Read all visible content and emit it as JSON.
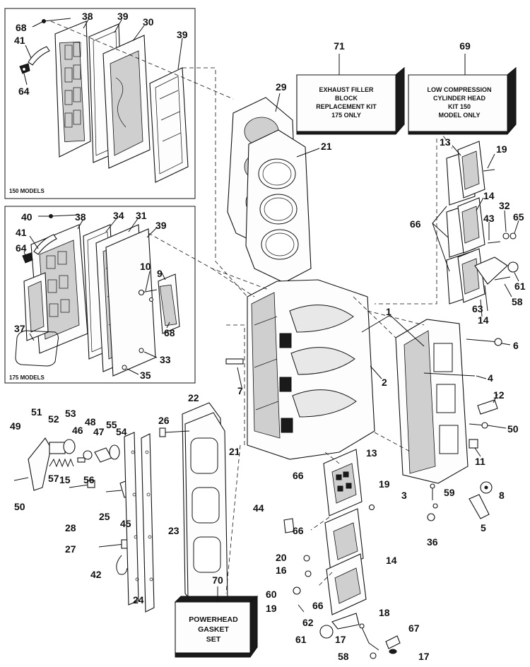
{
  "insets": [
    {
      "caption": "150 MODELS"
    },
    {
      "caption": "175 MODELS"
    }
  ],
  "kits": [
    {
      "number": "71",
      "lines": [
        "EXHAUST FILLER",
        "BLOCK",
        "REPLACEMENT KIT",
        "175 ONLY"
      ]
    },
    {
      "number": "69",
      "lines": [
        "LOW COMPRESSION",
        "CYLINDER HEAD",
        "KIT 150",
        "MODEL ONLY"
      ]
    },
    {
      "number": "70",
      "lines": [
        "POWERHEAD",
        "GASKET",
        "SET"
      ]
    }
  ],
  "callouts": [
    "68",
    "38",
    "39",
    "30",
    "41",
    "64",
    "39",
    "40",
    "38",
    "34",
    "31",
    "39",
    "41",
    "64",
    "10",
    "9",
    "68",
    "33",
    "37",
    "35",
    "29",
    "21",
    "13",
    "19",
    "14",
    "32",
    "43",
    "65",
    "66",
    "61",
    "58",
    "63",
    "14",
    "1",
    "6",
    "2",
    "4",
    "7",
    "12",
    "50",
    "11",
    "22",
    "26",
    "51",
    "53",
    "52",
    "48",
    "46",
    "47",
    "55",
    "54",
    "49",
    "57",
    "15",
    "50",
    "56",
    "25",
    "28",
    "45",
    "21",
    "27",
    "23",
    "42",
    "24",
    "13",
    "66",
    "19",
    "44",
    "3",
    "59",
    "8",
    "5",
    "36",
    "66",
    "20",
    "14",
    "16",
    "60",
    "19",
    "66",
    "18",
    "67",
    "62",
    "61",
    "17",
    "58",
    "17"
  ]
}
